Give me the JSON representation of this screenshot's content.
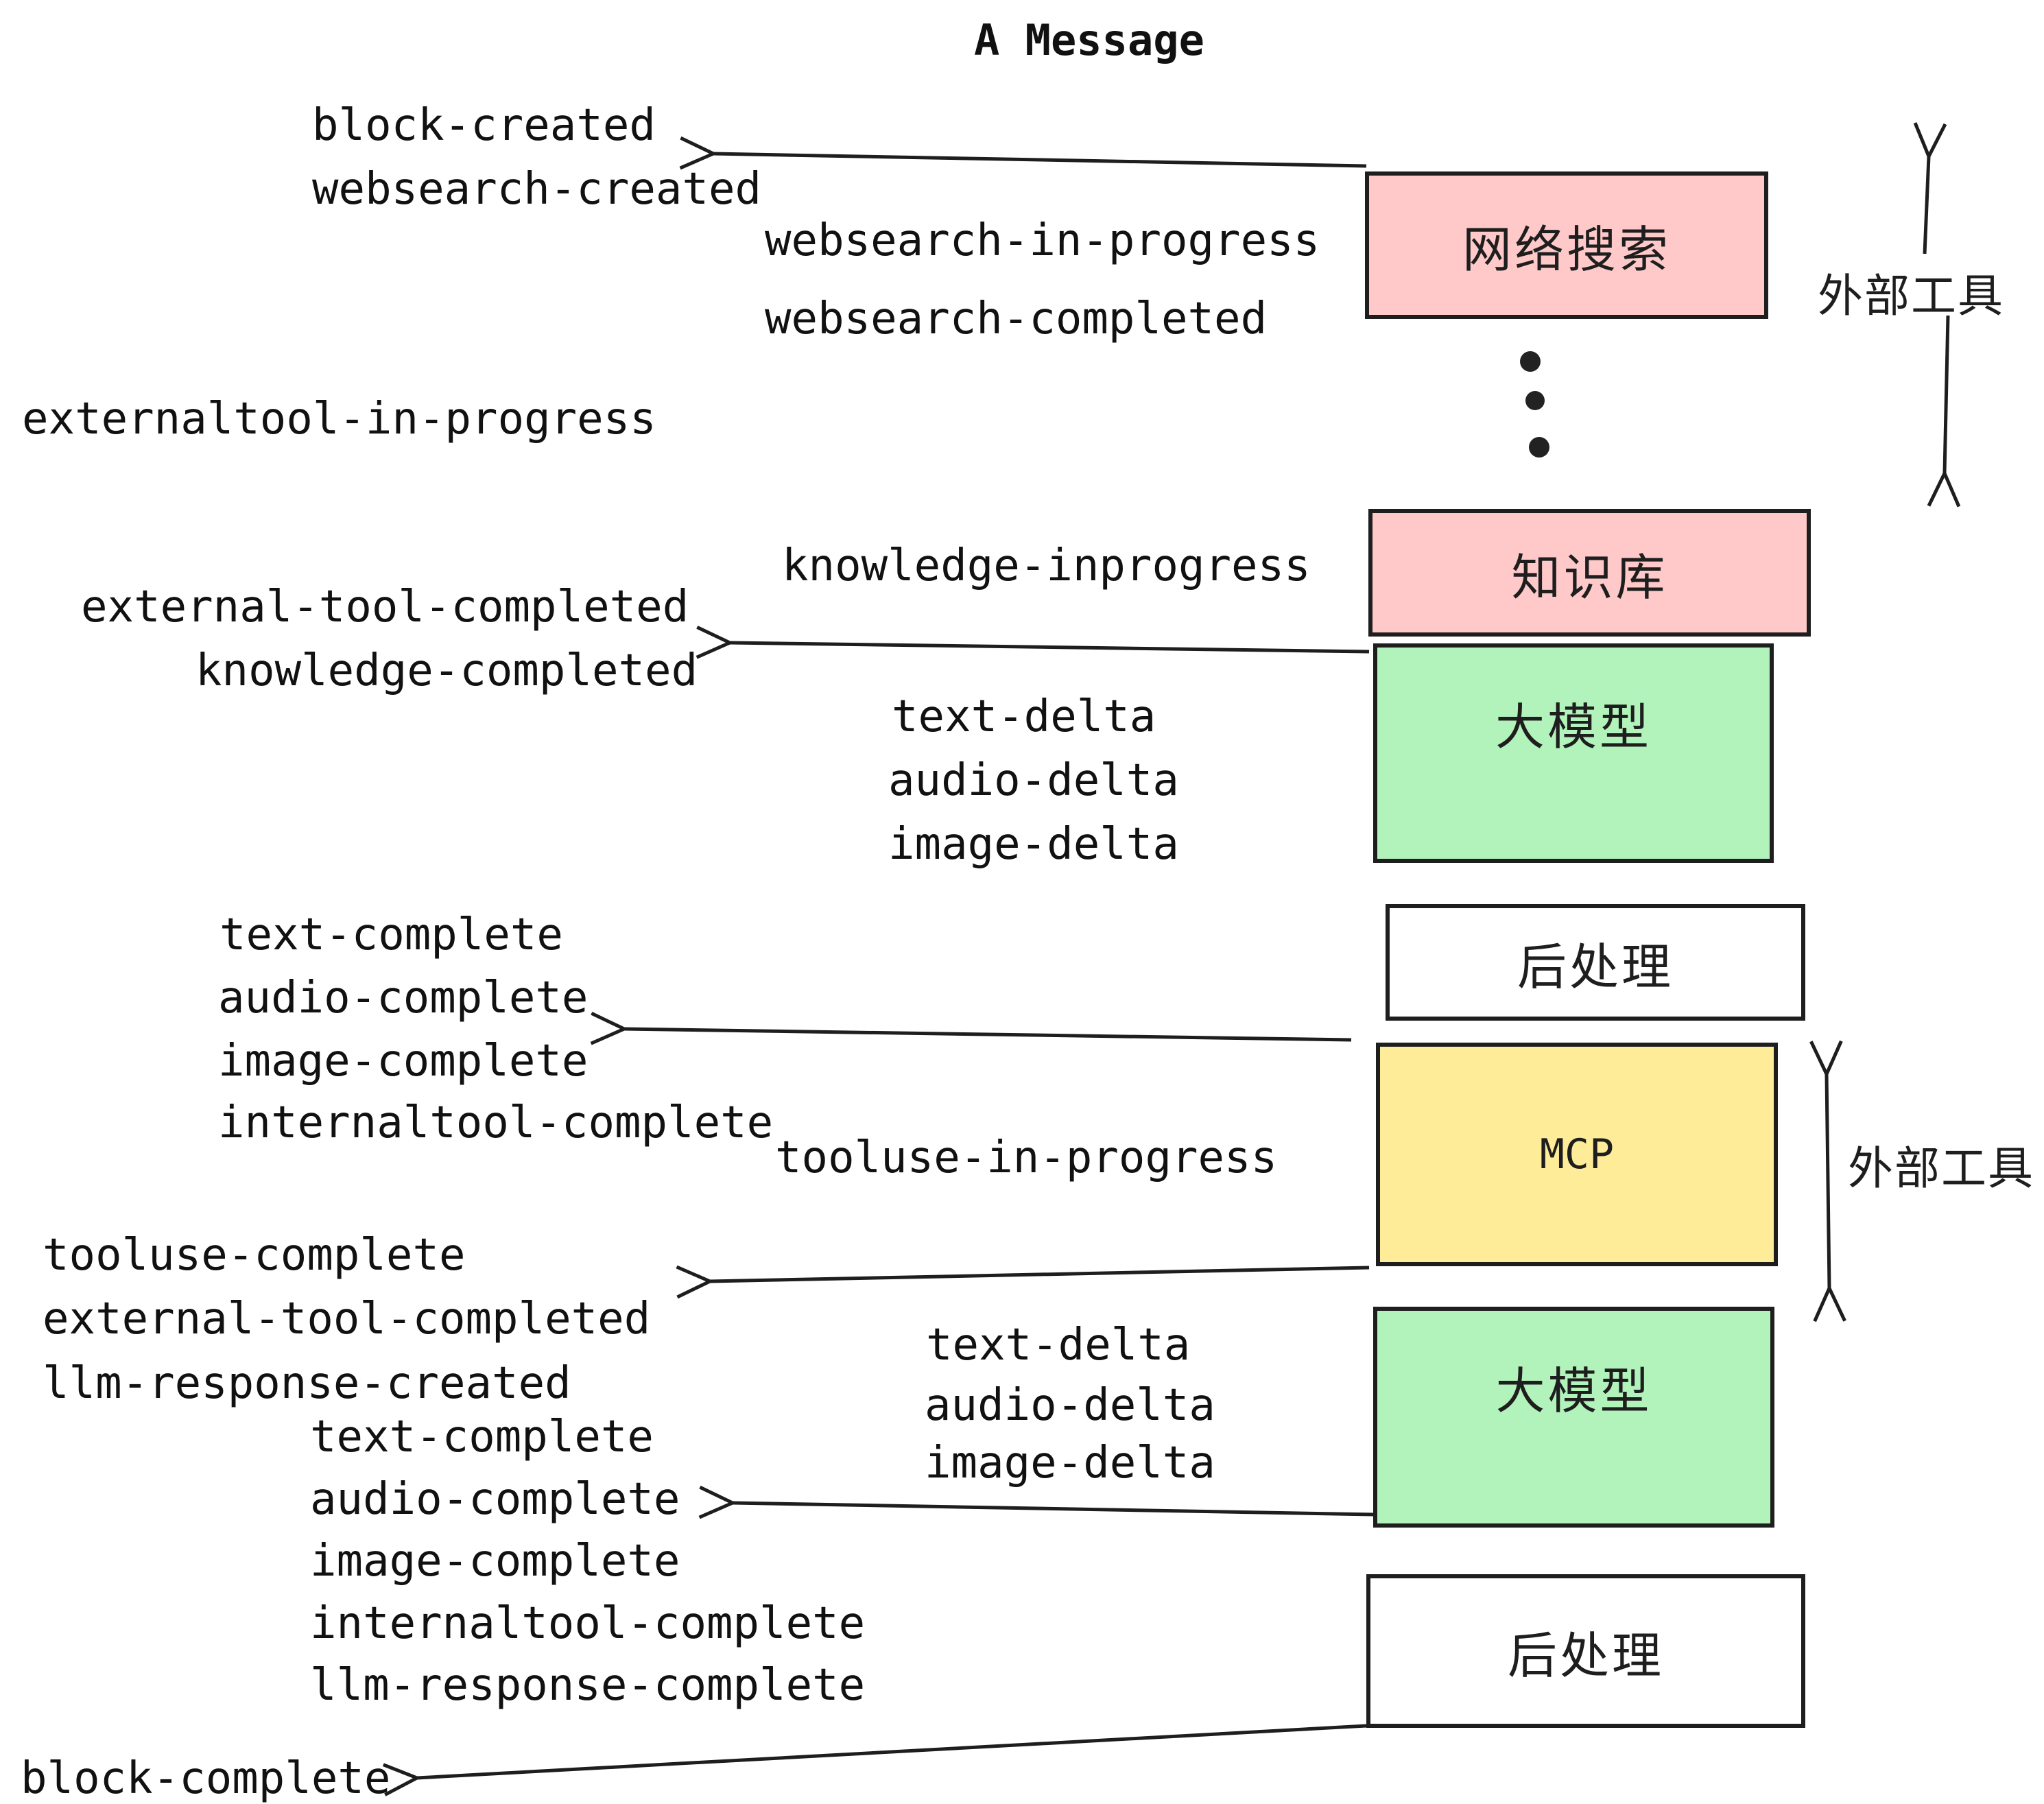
{
  "title": "A Message",
  "colors": {
    "ink": "#1e1e1e",
    "box_pink": "#ffc9c9",
    "box_green": "#b2f2bb",
    "box_yellow": "#ffec99",
    "box_white": "#ffffff",
    "background": "#ffffff"
  },
  "boxes": [
    {
      "id": "websearch",
      "label": "网络搜索",
      "fill": "#ffc9c9"
    },
    {
      "id": "knowledge",
      "label": "知识库",
      "fill": "#ffc9c9"
    },
    {
      "id": "llm-1",
      "label": "大模型",
      "fill": "#b2f2bb"
    },
    {
      "id": "post-1",
      "label": "后处理",
      "fill": "#ffffff"
    },
    {
      "id": "mcp",
      "label": "MCP",
      "fill": "#ffec99"
    },
    {
      "id": "llm-2",
      "label": "大模型",
      "fill": "#b2f2bb"
    },
    {
      "id": "post-2",
      "label": "后处理",
      "fill": "#ffffff"
    }
  ],
  "side_labels": {
    "external_tools_top": "外部工具",
    "external_tools_mcp": "外部工具"
  },
  "ellipsis_dots": 3,
  "events": {
    "block_created": "block-created",
    "websearch_created": "websearch-created",
    "websearch_in_progress": "websearch-in-progress",
    "websearch_completed": "websearch-completed",
    "externaltool_in_progress": "externaltool-in-progress",
    "knowledge_inprogress": "knowledge-inprogress",
    "external_tool_completed_1": "external-tool-completed",
    "knowledge_completed": "knowledge-completed",
    "text_delta_1": "text-delta",
    "audio_delta_1": "audio-delta",
    "image_delta_1": "image-delta",
    "text_complete_1": "text-complete",
    "audio_complete_1": "audio-complete",
    "image_complete_1": "image-complete",
    "internaltool_complete_1": "internaltool-complete",
    "tooluse_in_progress": "tooluse-in-progress",
    "tooluse_complete": "tooluse-complete",
    "external_tool_completed_2": "external-tool-completed",
    "llm_response_created": "llm-response-created",
    "text_delta_2": "text-delta",
    "audio_delta_2": "audio-delta",
    "image_delta_2": "image-delta",
    "text_complete_2": "text-complete",
    "audio_complete_2": "audio-complete",
    "image_complete_2": "image-complete",
    "internaltool_complete_2": "internaltool-complete",
    "llm_response_complete": "llm-response-complete",
    "block_complete": "block-complete"
  }
}
